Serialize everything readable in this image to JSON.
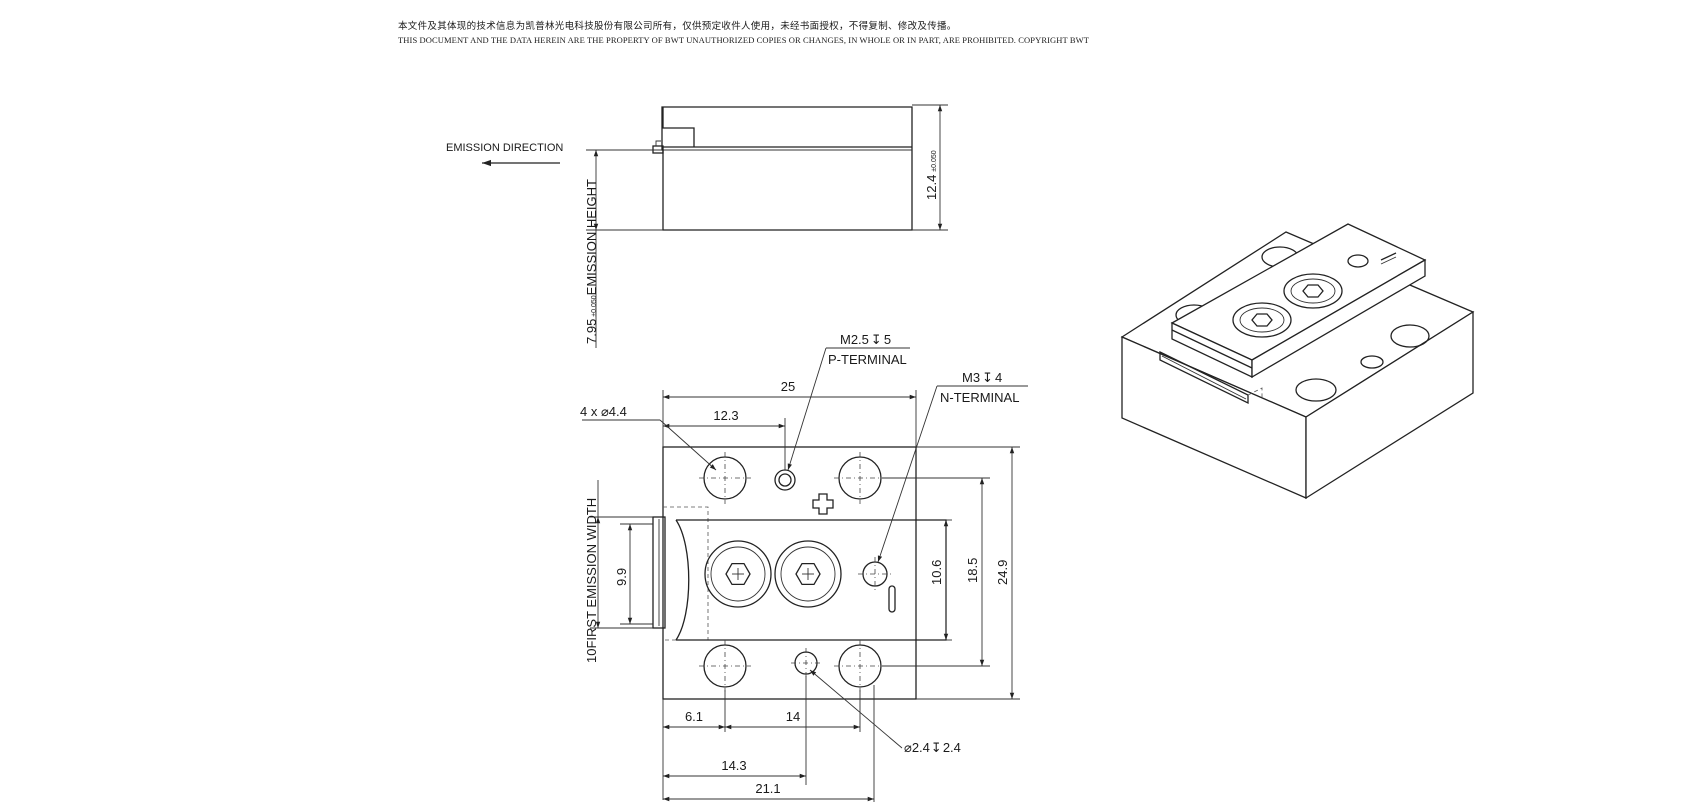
{
  "copyright": {
    "cn": "本文件及其体现的技术信息为凯普林光电科技股份有限公司所有，仅供预定收件人使用，未经书面授权，不得复制、修改及传播。",
    "en": "THIS DOCUMENT AND THE DATA HEREIN ARE THE PROPERTY OF BWT UNAUTHORIZED COPIES OR CHANGES, IN WHOLE OR IN PART, ARE PROHIBITED. COPYRIGHT BWT"
  },
  "side_view": {
    "emission_direction": "EMISSION DIRECTION",
    "height_dim": "12.4",
    "height_tol": "±0.050",
    "emission_height_value": "7.95",
    "emission_height_tol": "±0.050",
    "emission_height_label": "EMISSION HEIGHT"
  },
  "top_view": {
    "p_thread": "M2.5",
    "p_depth": "5",
    "p_terminal": "P-TERMINAL",
    "n_thread": "M3",
    "n_depth": "4",
    "n_terminal": "N-TERMINAL",
    "holes_qty": "4 x",
    "holes_dia": "4.4",
    "pin_dia": "2.4",
    "pin_depth": "2.4",
    "emission_width_value": "10",
    "emission_width_label": "FIRST EMISSION WIDTH",
    "dims": {
      "total_width": "25",
      "hole_offset": "12.3",
      "d_9_9": "9.9",
      "d_10_6": "10.6",
      "d_18_5": "18.5",
      "d_24_9": "24.9",
      "d_6_1": "6.1",
      "d_14": "14",
      "d_14_3": "14.3",
      "d_21_1": "21.1"
    }
  },
  "symbols": {
    "diameter": "⌀",
    "depth": "↧"
  }
}
